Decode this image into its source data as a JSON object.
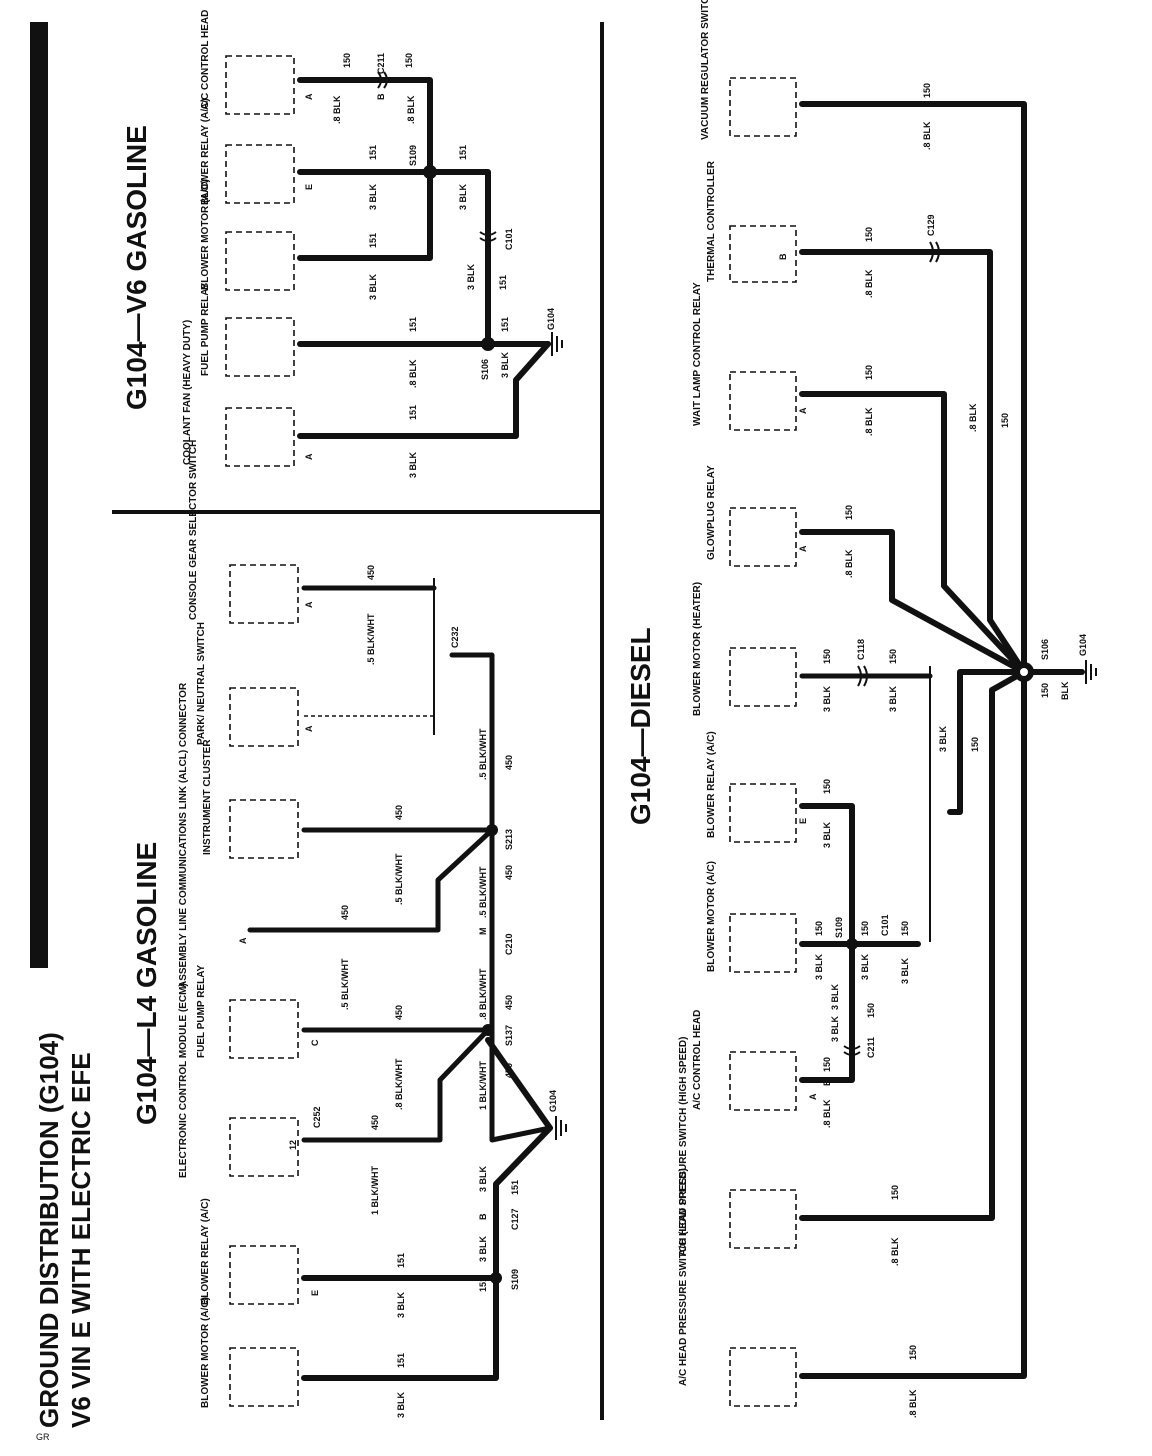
{
  "page": {
    "title_line1": "GROUND DISTRIBUTION (G104)",
    "title_line2": "V6 VIN E WITH ELECTRIC EFE",
    "footer": "GR"
  },
  "sections": {
    "l4": "G104—L4 GASOLINE",
    "v6": "G104—V6 GASOLINE",
    "diesel": "G104—DIESEL"
  },
  "v6_components": [
    "A/C CONTROL HEAD",
    "BLOWER RELAY (A/C)",
    "BLOWER MOTOR (A/C)",
    "FUEL PUMP RELAY",
    "COOLANT FAN (HEAVY DUTY)"
  ],
  "v6_labels": {
    "wire_150": "150",
    "wire_151": "151",
    "wire_8blk": ".8 BLK",
    "wire_3blk": "3 BLK",
    "c211": "C211",
    "s109": "S109",
    "c101": "C101",
    "s106": "S106",
    "g104": "G104",
    "pin_a": "A",
    "pin_b": "B",
    "pin_e": "E"
  },
  "l4_components": [
    "CONSOLE GEAR SELECTOR SWITCH",
    "PARK/ NEUTRAL SWITCH",
    "INSTRUMENT CLUSTER",
    "ASSEMBLY LINE COMMUNICATIONS LINK (ALCL) CONNECTOR",
    "FUEL PUMP RELAY",
    "ELECTRONIC CONTROL MODULE (ECM)",
    "BLOWER RELAY (A/C)",
    "BLOWER MOTOR (A/C)"
  ],
  "l4_labels": {
    "wire_450": "450",
    "wire_5blkwht": ".5 BLK/WHT",
    "wire_8blkwht": ".8 BLK/WHT",
    "wire_1blkwht": "1 BLK/WHT",
    "wire_151": "151",
    "wire_3blk": "3 BLK",
    "c232": "C232",
    "s213": "S213",
    "c210": "C210",
    "s137": "S137",
    "c252": "C252",
    "g104": "G104",
    "c127": "C127",
    "s109": "S109",
    "pin_a": "A",
    "pin_c": "C",
    "pin_e": "E",
    "pin_m": "M",
    "pin_b": "B",
    "pin_12": "12"
  },
  "diesel_components": [
    "VACUUM REGULATOR SWITCH",
    "THERMAL CONTROLLER",
    "WAIT LAMP CONTROL RELAY",
    "GLOWPLUG RELAY",
    "BLOWER MOTOR (HEATER)",
    "BLOWER RELAY (A/C)",
    "BLOWER MOTOR (A/C)",
    "A/C CONTROL HEAD",
    "A/C HEAD PRESSURE SWITCH (HIGH SPEED)",
    "A/C HEAD PRESSURE SWITCH (LOW SPEED)"
  ],
  "diesel_labels": {
    "wire_150": "150",
    "wire_8blk": ".8 BLK",
    "wire_3blk": "3 BLK",
    "blk": "BLK",
    "c129": "C129",
    "s106": "S106",
    "g104": "G104",
    "c118": "C118",
    "s109": "S109",
    "c101": "C101",
    "c211": "C211",
    "pin_a": "A",
    "pin_b": "B",
    "pin_e": "E"
  }
}
